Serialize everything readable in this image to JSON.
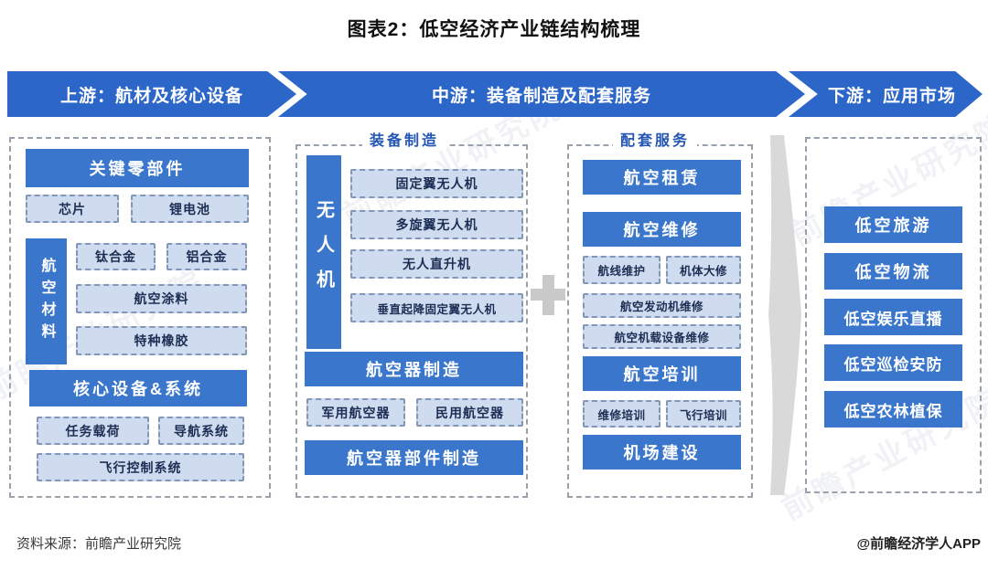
{
  "title": "图表2：低空经济产业链结构梳理",
  "stages": [
    {
      "label": "上游：航材及核心设备"
    },
    {
      "label": "中游：装备制造及配套服务"
    },
    {
      "label": "下游：应用市场"
    }
  ],
  "upstream": {
    "key_parts_header": "关键零部件",
    "key_parts": [
      "芯片",
      "锂电池"
    ],
    "materials_header": "航空材料",
    "materials": [
      "钛合金",
      "铝合金",
      "航空涂料",
      "特种橡胶"
    ],
    "core_header": "核心设备&系统",
    "core_items": [
      "任务载荷",
      "导航系统",
      "飞行控制系统"
    ]
  },
  "mid_mfg": {
    "header": "装备制造",
    "uav_label": "无人机",
    "uav_types": [
      "固定翼无人机",
      "多旋翼无人机",
      "无人直升机",
      "垂直起降固定翼无人机"
    ],
    "aircraft_header": "航空器制造",
    "aircraft_types": [
      "军用航空器",
      "民用航空器"
    ],
    "parts_header": "航空器部件制造"
  },
  "mid_svc": {
    "header": "配套服务",
    "leasing": "航空租赁",
    "maintenance_header": "航空维修",
    "maintenance_items": [
      "航线维护",
      "机体大修",
      "航空发动机维修",
      "航空机载设备维修"
    ],
    "training_header": "航空培训",
    "training_items": [
      "维修培训",
      "飞行培训"
    ],
    "airport": "机场建设"
  },
  "downstream": {
    "items": [
      "低空旅游",
      "低空物流",
      "低空娱乐直播",
      "低空巡检安防",
      "低空农林植保"
    ]
  },
  "footer": {
    "source": "资料来源：前瞻产业研究院",
    "credit": "@前瞻经济学人APP"
  },
  "watermark": {
    "text": "前瞻产业研究院"
  },
  "colors": {
    "arrow_blue": "#2c66c8",
    "box_blue": "#3a77cc",
    "light_box_fill": "#cfdbee",
    "light_box_border": "#8296b8",
    "container_border": "#99a1ac",
    "connector_gray": "#c9c9c9"
  }
}
